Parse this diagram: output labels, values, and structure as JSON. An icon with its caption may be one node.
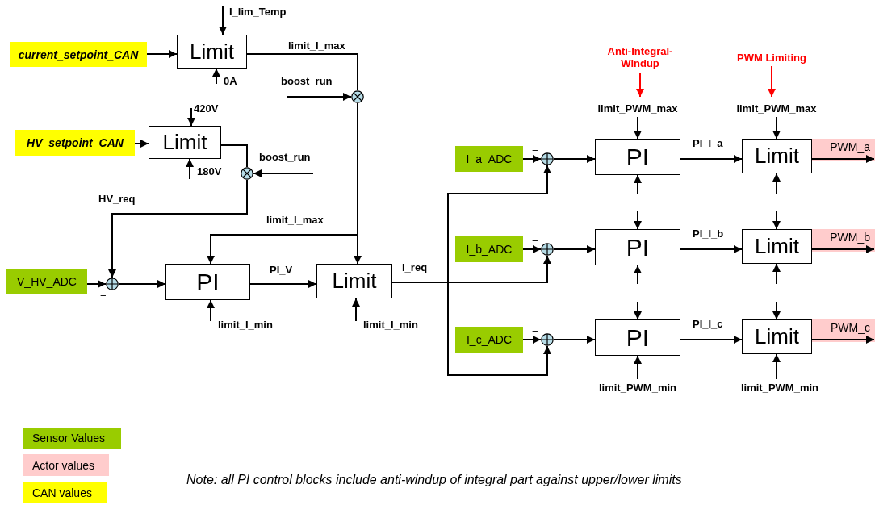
{
  "diagram": {
    "caption": "Note: all PI control blocks include anti-windup of integral part against upper/lower limits",
    "nodes": [
      {
        "text": [
          "current_setpoint_CAN"
        ]
      },
      {
        "text": [
          "Limit"
        ]
      },
      {
        "text": [
          "HV_setpoint_CAN"
        ]
      },
      {
        "text": [
          "Limit"
        ]
      },
      {
        "text": [],
        "shape": "circle"
      },
      {
        "text": [],
        "shape": "circle"
      },
      {
        "text": [
          "V_HV_ADC"
        ]
      },
      {
        "text": [],
        "shape": "circle"
      },
      {
        "text": [
          "PI"
        ]
      },
      {
        "text": [
          "Limit"
        ]
      },
      {
        "text": [
          "Anti-Integral-Windup"
        ]
      },
      {
        "text": [
          "PWM Limiting"
        ]
      },
      {
        "text": [
          "I_a_ADC"
        ]
      },
      {
        "text": [],
        "shape": "circle"
      },
      {
        "text": [
          "PI"
        ]
      },
      {
        "text": [
          "Limit"
        ]
      },
      {
        "text": [
          "PWM_a"
        ]
      },
      {
        "text": [
          "I_b_ADC"
        ]
      },
      {
        "text": [],
        "shape": "circle"
      },
      {
        "text": [
          "PI"
        ]
      },
      {
        "text": [
          "Limit"
        ]
      },
      {
        "text": [
          "PWM_b"
        ]
      },
      {
        "text": [
          "I_c_ADC"
        ]
      },
      {
        "text": [],
        "shape": "circle"
      },
      {
        "text": [
          "PI"
        ]
      },
      {
        "text": [
          "Limit"
        ]
      },
      {
        "text": [
          "PWM_c"
        ]
      }
    ],
    "edges": [
      {
        "from": 0,
        "to": 1,
        "arrow": "to"
      },
      {
        "from": null,
        "to": 1,
        "arrow": "to",
        "label": "I_lim_Temp"
      },
      {
        "from": null,
        "to": 1,
        "arrow": "to",
        "label": "0A"
      },
      {
        "from": 1,
        "to": 4,
        "arrow": "none",
        "label": "limit_I_max"
      },
      {
        "from": null,
        "to": 4,
        "arrow": "to",
        "label": "boost_run"
      },
      {
        "from": 2,
        "to": 3,
        "arrow": "to"
      },
      {
        "from": null,
        "to": 3,
        "arrow": "to",
        "label": "420V"
      },
      {
        "from": null,
        "to": 3,
        "arrow": "to",
        "label": "180V"
      },
      {
        "from": 3,
        "to": 5,
        "arrow": "none"
      },
      {
        "from": null,
        "to": 5,
        "arrow": "to",
        "label": "boost_run"
      },
      {
        "from": 5,
        "to": 7,
        "arrow": "to",
        "label": "HV_req"
      },
      {
        "from": 4,
        "to": 9,
        "arrow": "to"
      },
      {
        "from": 4,
        "to": 8,
        "arrow": "to",
        "label": "limit_I_max"
      },
      {
        "from": 6,
        "to": 7,
        "arrow": "to"
      },
      {
        "from": 7,
        "to": 8,
        "arrow": "to"
      },
      {
        "from": null,
        "to": 8,
        "arrow": "to",
        "label": "limit_I_min"
      },
      {
        "from": 8,
        "to": 9,
        "arrow": "to",
        "label": "PI_V"
      },
      {
        "from": null,
        "to": 9,
        "arrow": "to",
        "label": "limit_I_min"
      },
      {
        "from": 9,
        "to": 13,
        "arrow": "to",
        "label": "I_req"
      },
      {
        "from": 9,
        "to": 18,
        "arrow": "to"
      },
      {
        "from": 9,
        "to": 23,
        "arrow": "to"
      },
      {
        "from": 10,
        "to": null,
        "arrow": "to",
        "color": "#ff0000"
      },
      {
        "from": 11,
        "to": null,
        "arrow": "to",
        "color": "#ff0000"
      },
      {
        "from": 12,
        "to": 13,
        "arrow": "to"
      },
      {
        "from": 13,
        "to": 14,
        "arrow": "to"
      },
      {
        "from": null,
        "to": 14,
        "arrow": "to",
        "label": "limit_PWM_max"
      },
      {
        "from": null,
        "to": 14,
        "arrow": "to"
      },
      {
        "from": 14,
        "to": 15,
        "arrow": "to",
        "label": "PI_I_a"
      },
      {
        "from": null,
        "to": 15,
        "arrow": "to",
        "label": "limit_PWM_max"
      },
      {
        "from": null,
        "to": 15,
        "arrow": "to"
      },
      {
        "from": 15,
        "to": 16,
        "arrow": "to"
      },
      {
        "from": 17,
        "to": 18,
        "arrow": "to"
      },
      {
        "from": 18,
        "to": 19,
        "arrow": "to"
      },
      {
        "from": null,
        "to": 19,
        "arrow": "to"
      },
      {
        "from": null,
        "to": 19,
        "arrow": "to"
      },
      {
        "from": 19,
        "to": 20,
        "arrow": "to",
        "label": "PI_I_b"
      },
      {
        "from": null,
        "to": 20,
        "arrow": "to"
      },
      {
        "from": null,
        "to": 20,
        "arrow": "to"
      },
      {
        "from": 20,
        "to": 21,
        "arrow": "to"
      },
      {
        "from": 22,
        "to": 23,
        "arrow": "to"
      },
      {
        "from": 23,
        "to": 24,
        "arrow": "to"
      },
      {
        "from": null,
        "to": 24,
        "arrow": "to"
      },
      {
        "from": null,
        "to": 24,
        "arrow": "to",
        "label": "limit_PWM_min"
      },
      {
        "from": 24,
        "to": 25,
        "arrow": "to",
        "label": "PI_I_c"
      },
      {
        "from": null,
        "to": 25,
        "arrow": "to"
      },
      {
        "from": null,
        "to": 25,
        "arrow": "to",
        "label": "limit_PWM_min"
      },
      {
        "from": 25,
        "to": 26,
        "arrow": "to"
      }
    ],
    "labels": [
      "−",
      "−",
      "−",
      "−"
    ],
    "legend": [
      {
        "text": "Sensor Values",
        "color": "#99cc00"
      },
      {
        "text": "Actor values",
        "color": "#ffcccc"
      },
      {
        "text": "CAN values",
        "color": "#ffff00"
      }
    ]
  }
}
